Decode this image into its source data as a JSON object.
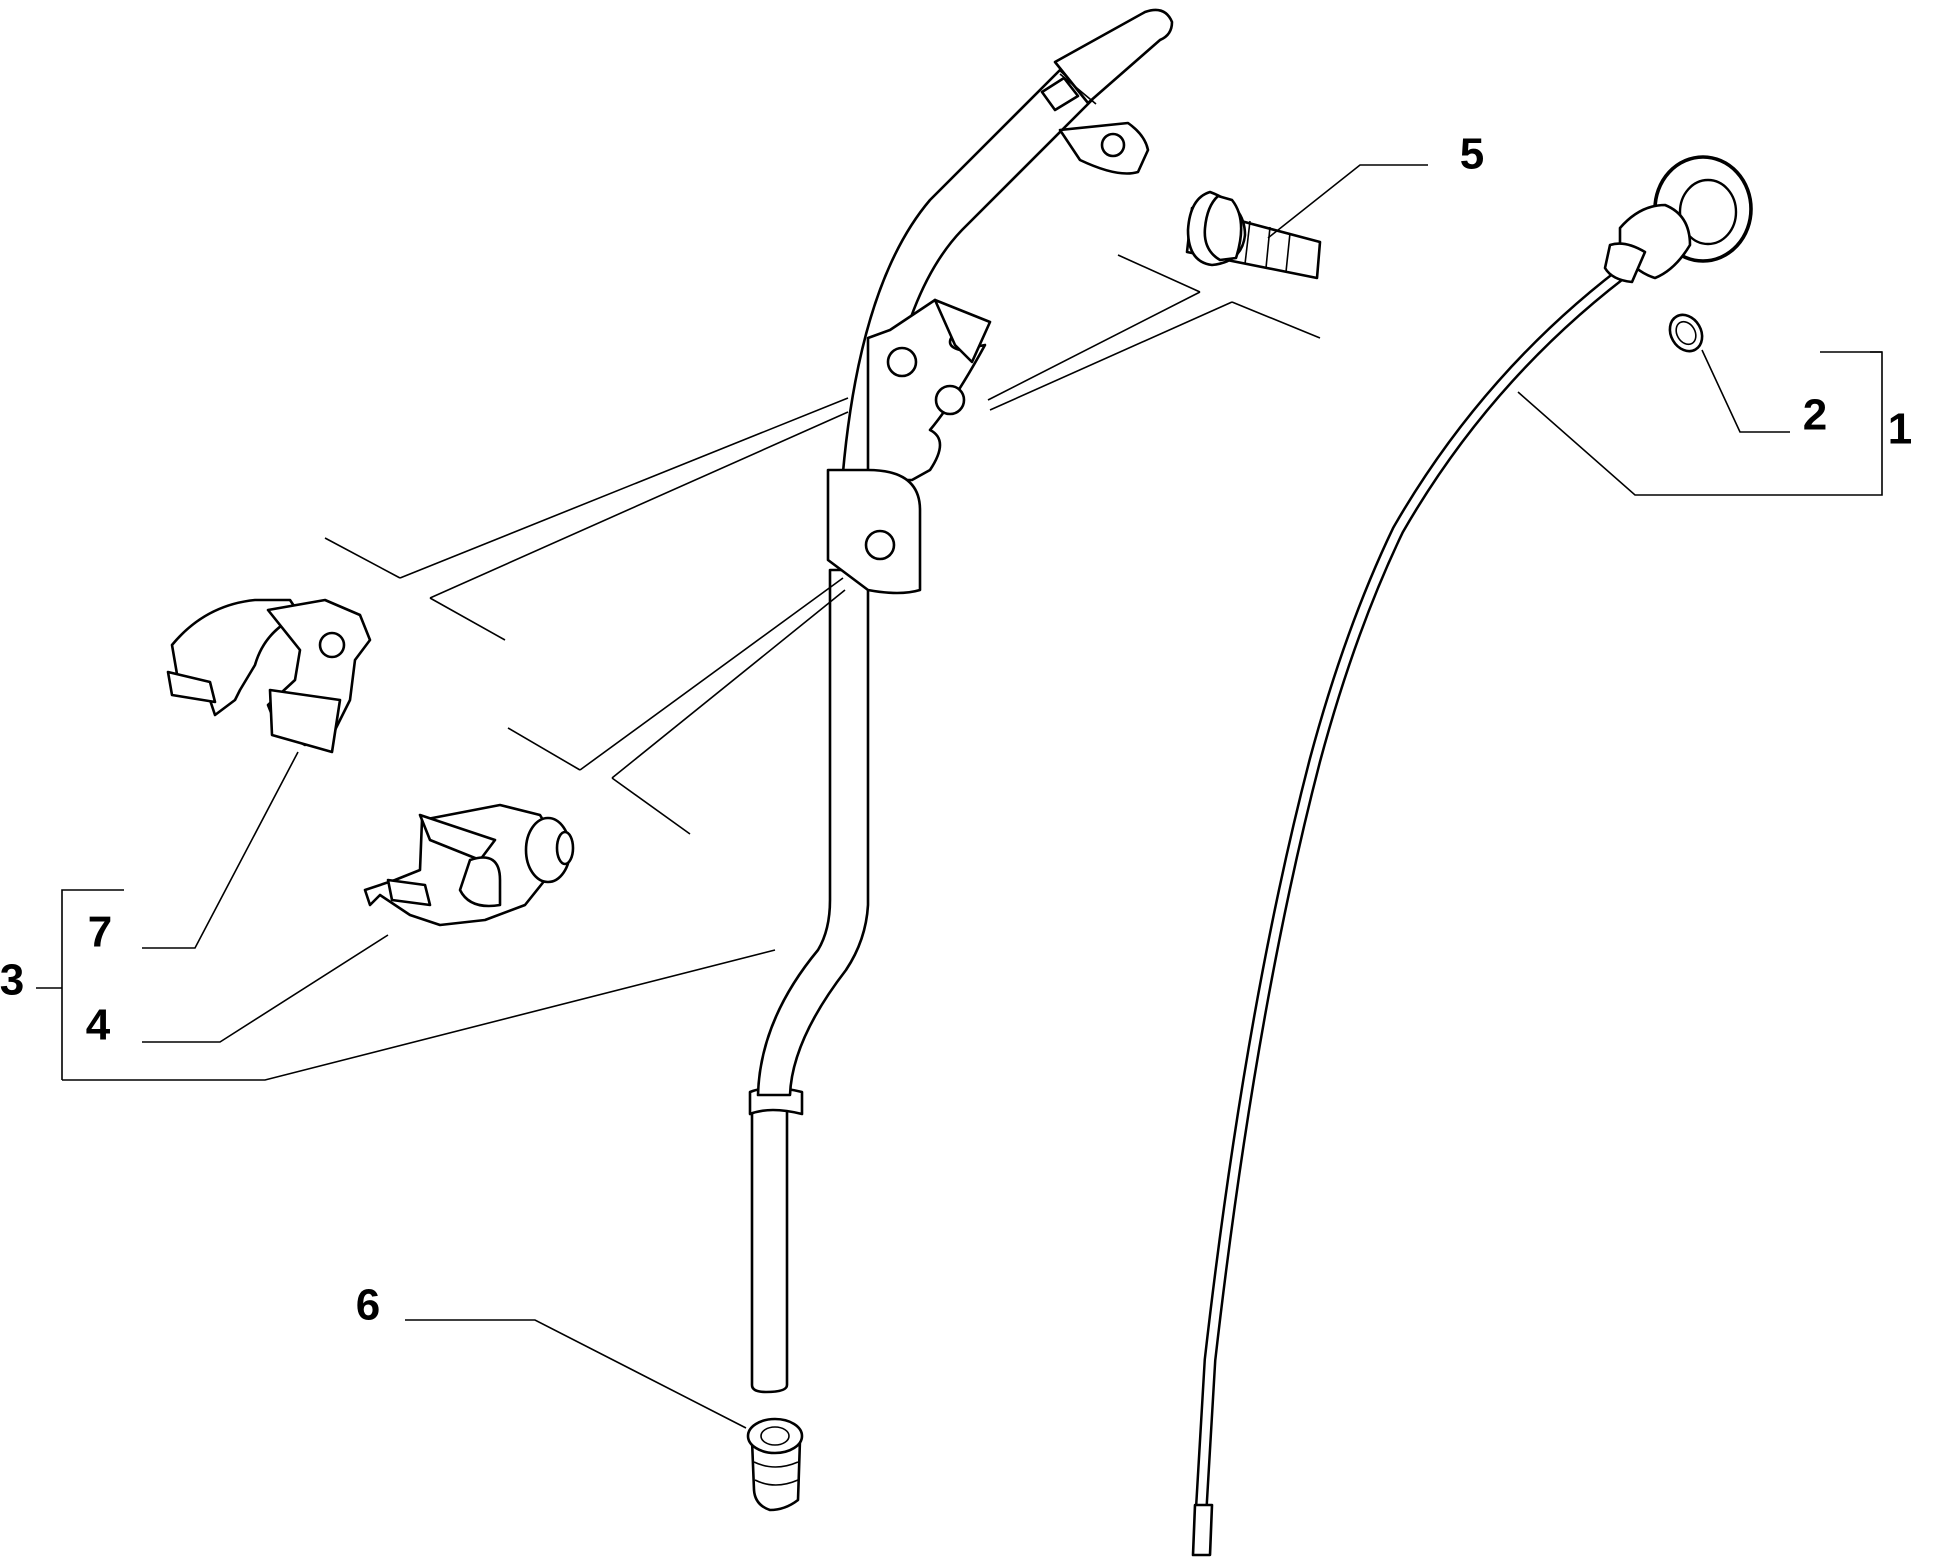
{
  "colors": {
    "line": "#000000",
    "background": "#ffffff"
  },
  "callouts": {
    "c1": "1",
    "c2": "2",
    "c3": "3",
    "c4": "4",
    "c5": "5",
    "c6": "6",
    "c7": "7"
  },
  "parts": [
    {
      "id": "1",
      "name": "dipstick"
    },
    {
      "id": "2",
      "name": "o-ring"
    },
    {
      "id": "3",
      "name": "dipstick-guide-tube"
    },
    {
      "id": "4",
      "name": "lower-tube-clip"
    },
    {
      "id": "5",
      "name": "bolt"
    },
    {
      "id": "6",
      "name": "tube-grommet"
    },
    {
      "id": "7",
      "name": "upper-tube-clip"
    }
  ]
}
